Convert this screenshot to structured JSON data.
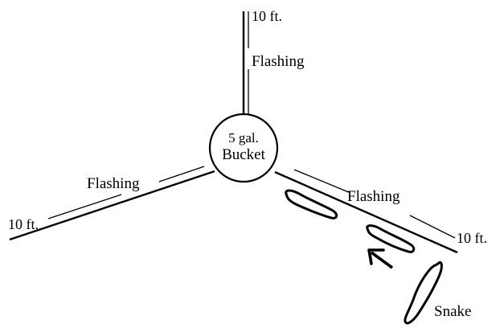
{
  "diagram": {
    "bucket": {
      "line1": "5 gal.",
      "line2": "Bucket"
    },
    "arms": {
      "top": {
        "label": "Flashing",
        "length": "10 ft."
      },
      "left": {
        "label": "Flashing",
        "length": "10 ft."
      },
      "right": {
        "label": "Flashing",
        "length": "10 ft."
      }
    },
    "snake_label": "Snake",
    "colors": {
      "ink": "#000000",
      "background": "#ffffff"
    },
    "icons": [
      "arrow-icon",
      "snake-icon"
    ]
  }
}
